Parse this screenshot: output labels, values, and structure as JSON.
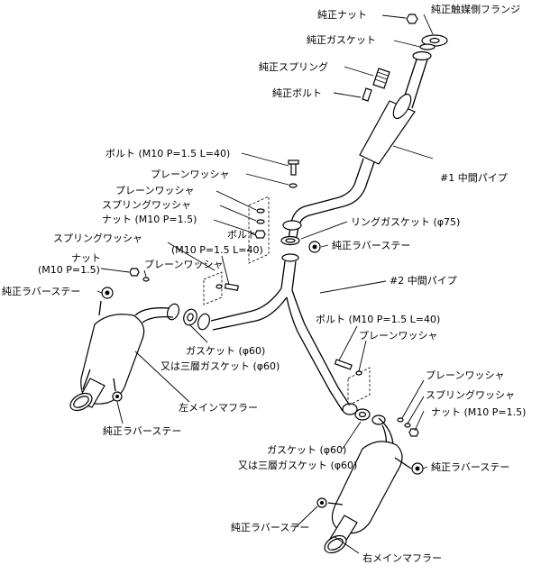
{
  "labels": {
    "stock_nut": "純正ナット",
    "stock_cat_flange": "純正触媒側フランジ",
    "stock_gasket": "純正ガスケット",
    "stock_spring": "純正スプリング",
    "stock_bolt": "純正ボルト",
    "bolt_top": "ボルト (M10 P=1.5 L=40)",
    "plain_washer_1": "プレーンワッシャ",
    "mid_pipe_1": "#1 中間パイプ",
    "plain_washer_2": "プレーンワッシャ",
    "spring_washer_2": "スプリングワッシャ",
    "nut_left": "ナット (M10 P=1.5)",
    "ring_gasket": "リングガスケット (φ75)",
    "stock_rubber_stay_center": "純正ラバーステー",
    "spring_washer_left": "スプリングワッシャ",
    "bolt_left": "ボルト",
    "bolt_left_spec": "(M10 P=1.5 L=40)",
    "nut_far_left": "ナット",
    "nut_far_left_spec": "(M10 P=1.5)",
    "plain_washer_left": "プレーンワッシャ",
    "mid_pipe_2": "#2 中間パイプ",
    "stock_rubber_stay_left": "純正ラバーステー",
    "bolt_right": "ボルト (M10 P=1.5 L=40)",
    "plain_washer_right": "プレーンワッシャ",
    "gasket_left": "ガスケット (φ60)",
    "gasket_left_alt": "又は三層ガスケット (φ60)",
    "left_main_muffler": "左メインマフラー",
    "plain_washer_right2": "プレーンワッシャ",
    "spring_washer_right": "スプリングワッシャ",
    "nut_right": "ナット (M10 P=1.5)",
    "stock_rubber_stay_left_bottom": "純正ラバーステー",
    "gasket_right": "ガスケット (φ60)",
    "gasket_right_alt": "又は三層ガスケット (φ60)",
    "stock_rubber_stay_right": "純正ラバーステー",
    "stock_rubber_stay_right_bottom": "純正ラバーステー",
    "right_main_muffler": "右メインマフラー"
  }
}
